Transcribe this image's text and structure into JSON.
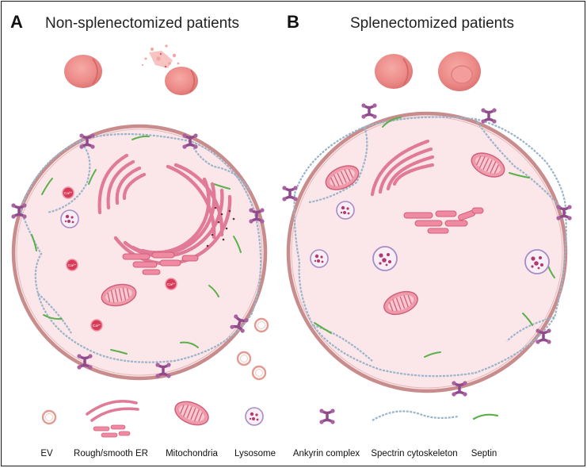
{
  "panels": [
    {
      "letter": "A",
      "title": "Non-splenectomized patients"
    },
    {
      "letter": "B",
      "title": "Splenectomized patients"
    }
  ],
  "ion_label": "Ca²⁺",
  "legend": [
    {
      "label": "EV",
      "icon": "ev-icon"
    },
    {
      "label": "Rough/smooth ER",
      "icon": "er-icon"
    },
    {
      "label": "Mitochondria",
      "icon": "mitochondria-icon"
    },
    {
      "label": "Lysosome",
      "icon": "lysosome-icon"
    },
    {
      "label": "Ankyrin complex",
      "icon": "ankyrin-icon"
    },
    {
      "label": "Spectrin cytoskeleton",
      "icon": "spectrin-icon"
    },
    {
      "label": "Septin",
      "icon": "septin-icon"
    }
  ],
  "colors": {
    "cell_fill": "#fbe7ea",
    "membrane": "#c98c8c",
    "er": "#e07a96",
    "ankyrin": "#8f4a8c",
    "spectrin": "#9ab4c9",
    "septin": "#5bb04a",
    "rbc": "#ec8a88",
    "calcium": "#d63b58"
  }
}
